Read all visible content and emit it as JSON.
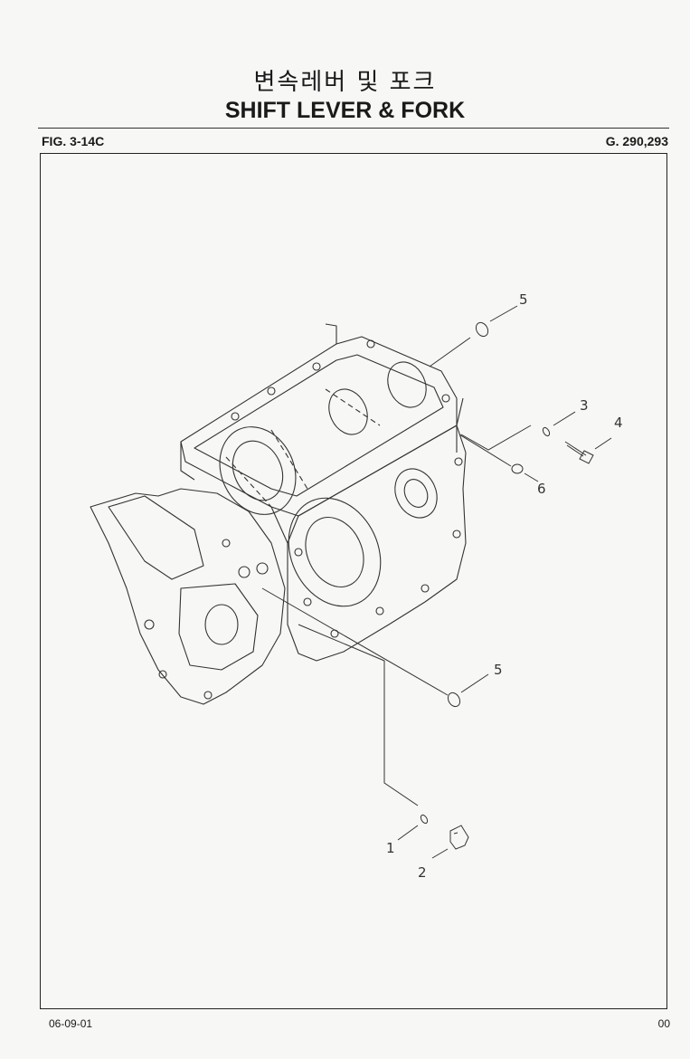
{
  "header": {
    "title_korean": "변속레버 및 포크",
    "title_english": "SHIFT LEVER & FORK",
    "figure_number": "FIG. 3-14C",
    "model_code": "G. 290,293"
  },
  "callouts": [
    "5",
    "3",
    "4",
    "6",
    "5",
    "1",
    "2"
  ],
  "footer": {
    "date": "06-09-01",
    "page": "00"
  }
}
